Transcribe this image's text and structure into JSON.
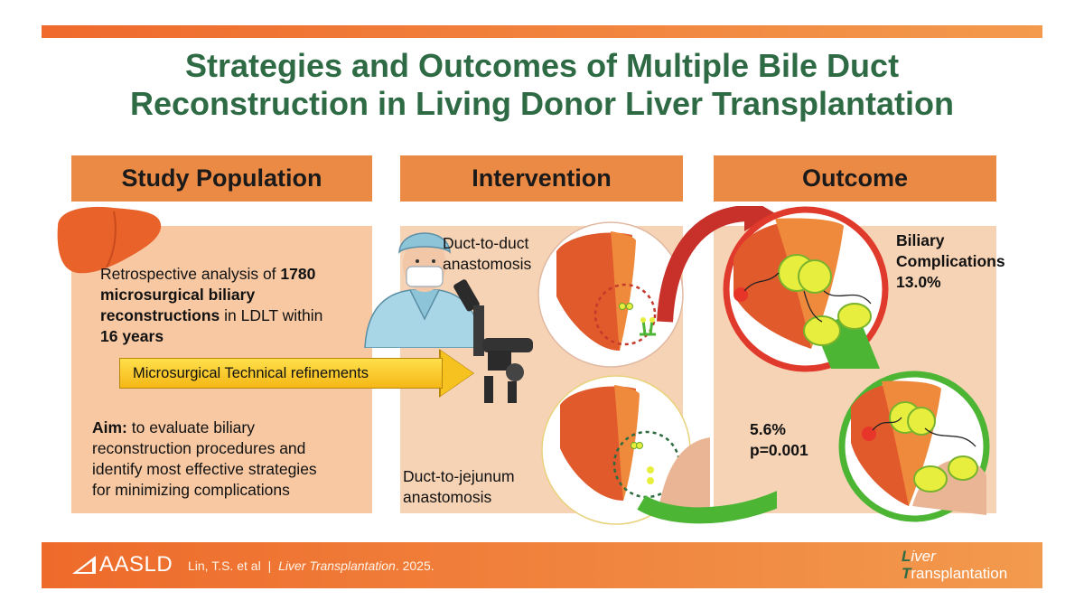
{
  "title_line1": "Strategies and Outcomes of Multiple Bile Duct",
  "title_line2": "Reconstruction in Living Donor Liver Transplantation",
  "sections": {
    "population": "Study Population",
    "intervention": "Intervention",
    "outcome": "Outcome"
  },
  "population": {
    "p1": "Retrospective analysis of ",
    "p1_bold1": "1780",
    "p1_bold2": "microsurgical biliary",
    "p1_bold3": "reconstructions",
    "p1_rest": " in LDLT within",
    "p1_bold4": "16 years",
    "aim_label": "Aim:",
    "aim_line1": " to evaluate biliary",
    "aim_line2": "reconstruction procedures and",
    "aim_line3": "identify most effective strategies",
    "aim_line4": "for minimizing complications"
  },
  "refinement_label": "Microsurgical Technical refinements",
  "intervention": {
    "d2d_line1": "Duct-to-duct",
    "d2d_line2": "anastomosis",
    "d2j_line1": "Duct-to-jejunum",
    "d2j_line2": "anastomosis"
  },
  "outcome": {
    "bc_line1": "Biliary",
    "bc_line2": "Complications",
    "bc_value": "13.0%",
    "improved_value": "5.6%",
    "p_value": "p=0.001"
  },
  "footer": {
    "logo": "AASLD",
    "citation_authors": "Lin, T.S. et al",
    "citation_sep": "|",
    "citation_journal": "Liver Transplantation",
    "citation_year": ". 2025.",
    "journal_line1_first": "L",
    "journal_line1_rest": "iver",
    "journal_line2_first": "T",
    "journal_line2_rest": "ransplantation"
  },
  "colors": {
    "title_green": "#2e6b45",
    "header_orange": "#eb8a45",
    "panel_peach": "#f7c8a2",
    "red_ring": "#e03a2c",
    "green_ring": "#4cb534",
    "liver_red": "#e05a2b"
  },
  "icons": [
    "liver-icon",
    "surgeon-icon",
    "microscope-icon",
    "aasld-logo-icon"
  ]
}
